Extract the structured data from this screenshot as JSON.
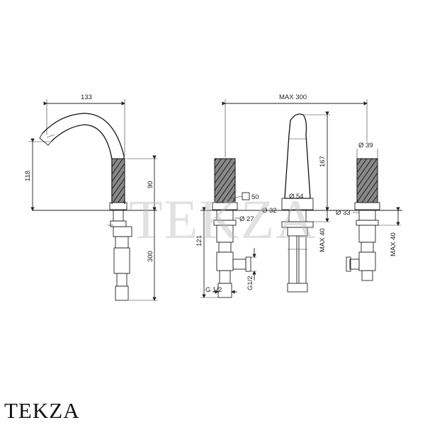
{
  "dimensions": {
    "spout_reach": "133",
    "spout_height": "118",
    "handle_height": "90",
    "below_deck_depth": "300",
    "max_spread": "MAX 300",
    "center_height": "167",
    "nut_size": "50",
    "body_diameter": "Ø 27",
    "shank_diameter": "Ø 32",
    "base_diameter": "Ø 54",
    "handle_top_diameter": "Ø 39",
    "handle_base_diameter": "Ø 33",
    "max_deck_left": "MAX 40",
    "max_deck_right": "MAX 40",
    "valve_height": "121",
    "thread_bottom": "G 1/2",
    "thread_side": "G1/2"
  },
  "watermark": "TEKZA",
  "brand": "TEKZA"
}
